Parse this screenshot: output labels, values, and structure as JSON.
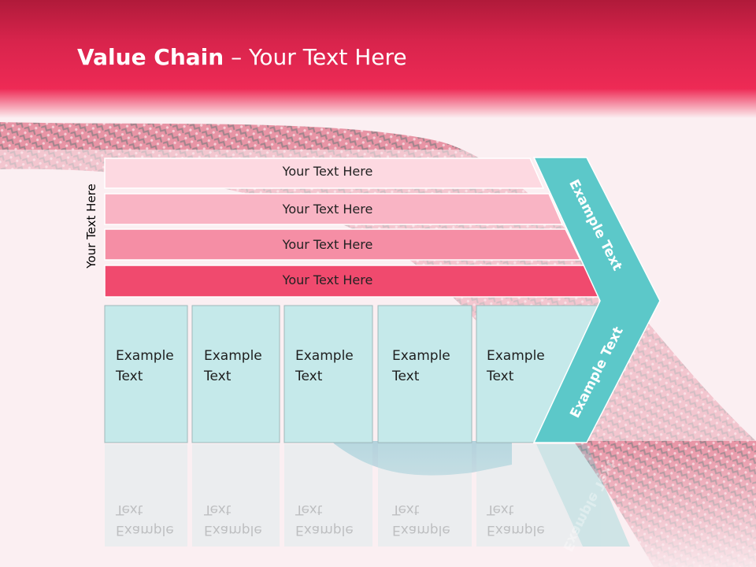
{
  "title": {
    "bold": "Value Chain",
    "rest": " – Your Text Here"
  },
  "side_label": "Your Text Here",
  "support_bars": [
    {
      "label": "Your Text Here",
      "color": "#fdd9e1"
    },
    {
      "label": "Your Text Here",
      "color": "#f9b4c4"
    },
    {
      "label": "Your Text Here",
      "color": "#f58ea5"
    },
    {
      "label": "Your Text Here",
      "color": "#f04a6e"
    }
  ],
  "primary_boxes": [
    {
      "line1": "Example",
      "line2": "Text"
    },
    {
      "line1": "Example",
      "line2": "Text"
    },
    {
      "line1": "Example",
      "line2": "Text"
    },
    {
      "line1": "Example",
      "line2": "Text"
    },
    {
      "line1": "Example",
      "line2": "Text"
    }
  ],
  "chevron": {
    "upper_label": "Example Text",
    "lower_label": "Example Text"
  },
  "colors": {
    "header": "#ee2a55",
    "box_fill": "#c5e9ea",
    "chevron_fill": "#5cc8c9"
  }
}
